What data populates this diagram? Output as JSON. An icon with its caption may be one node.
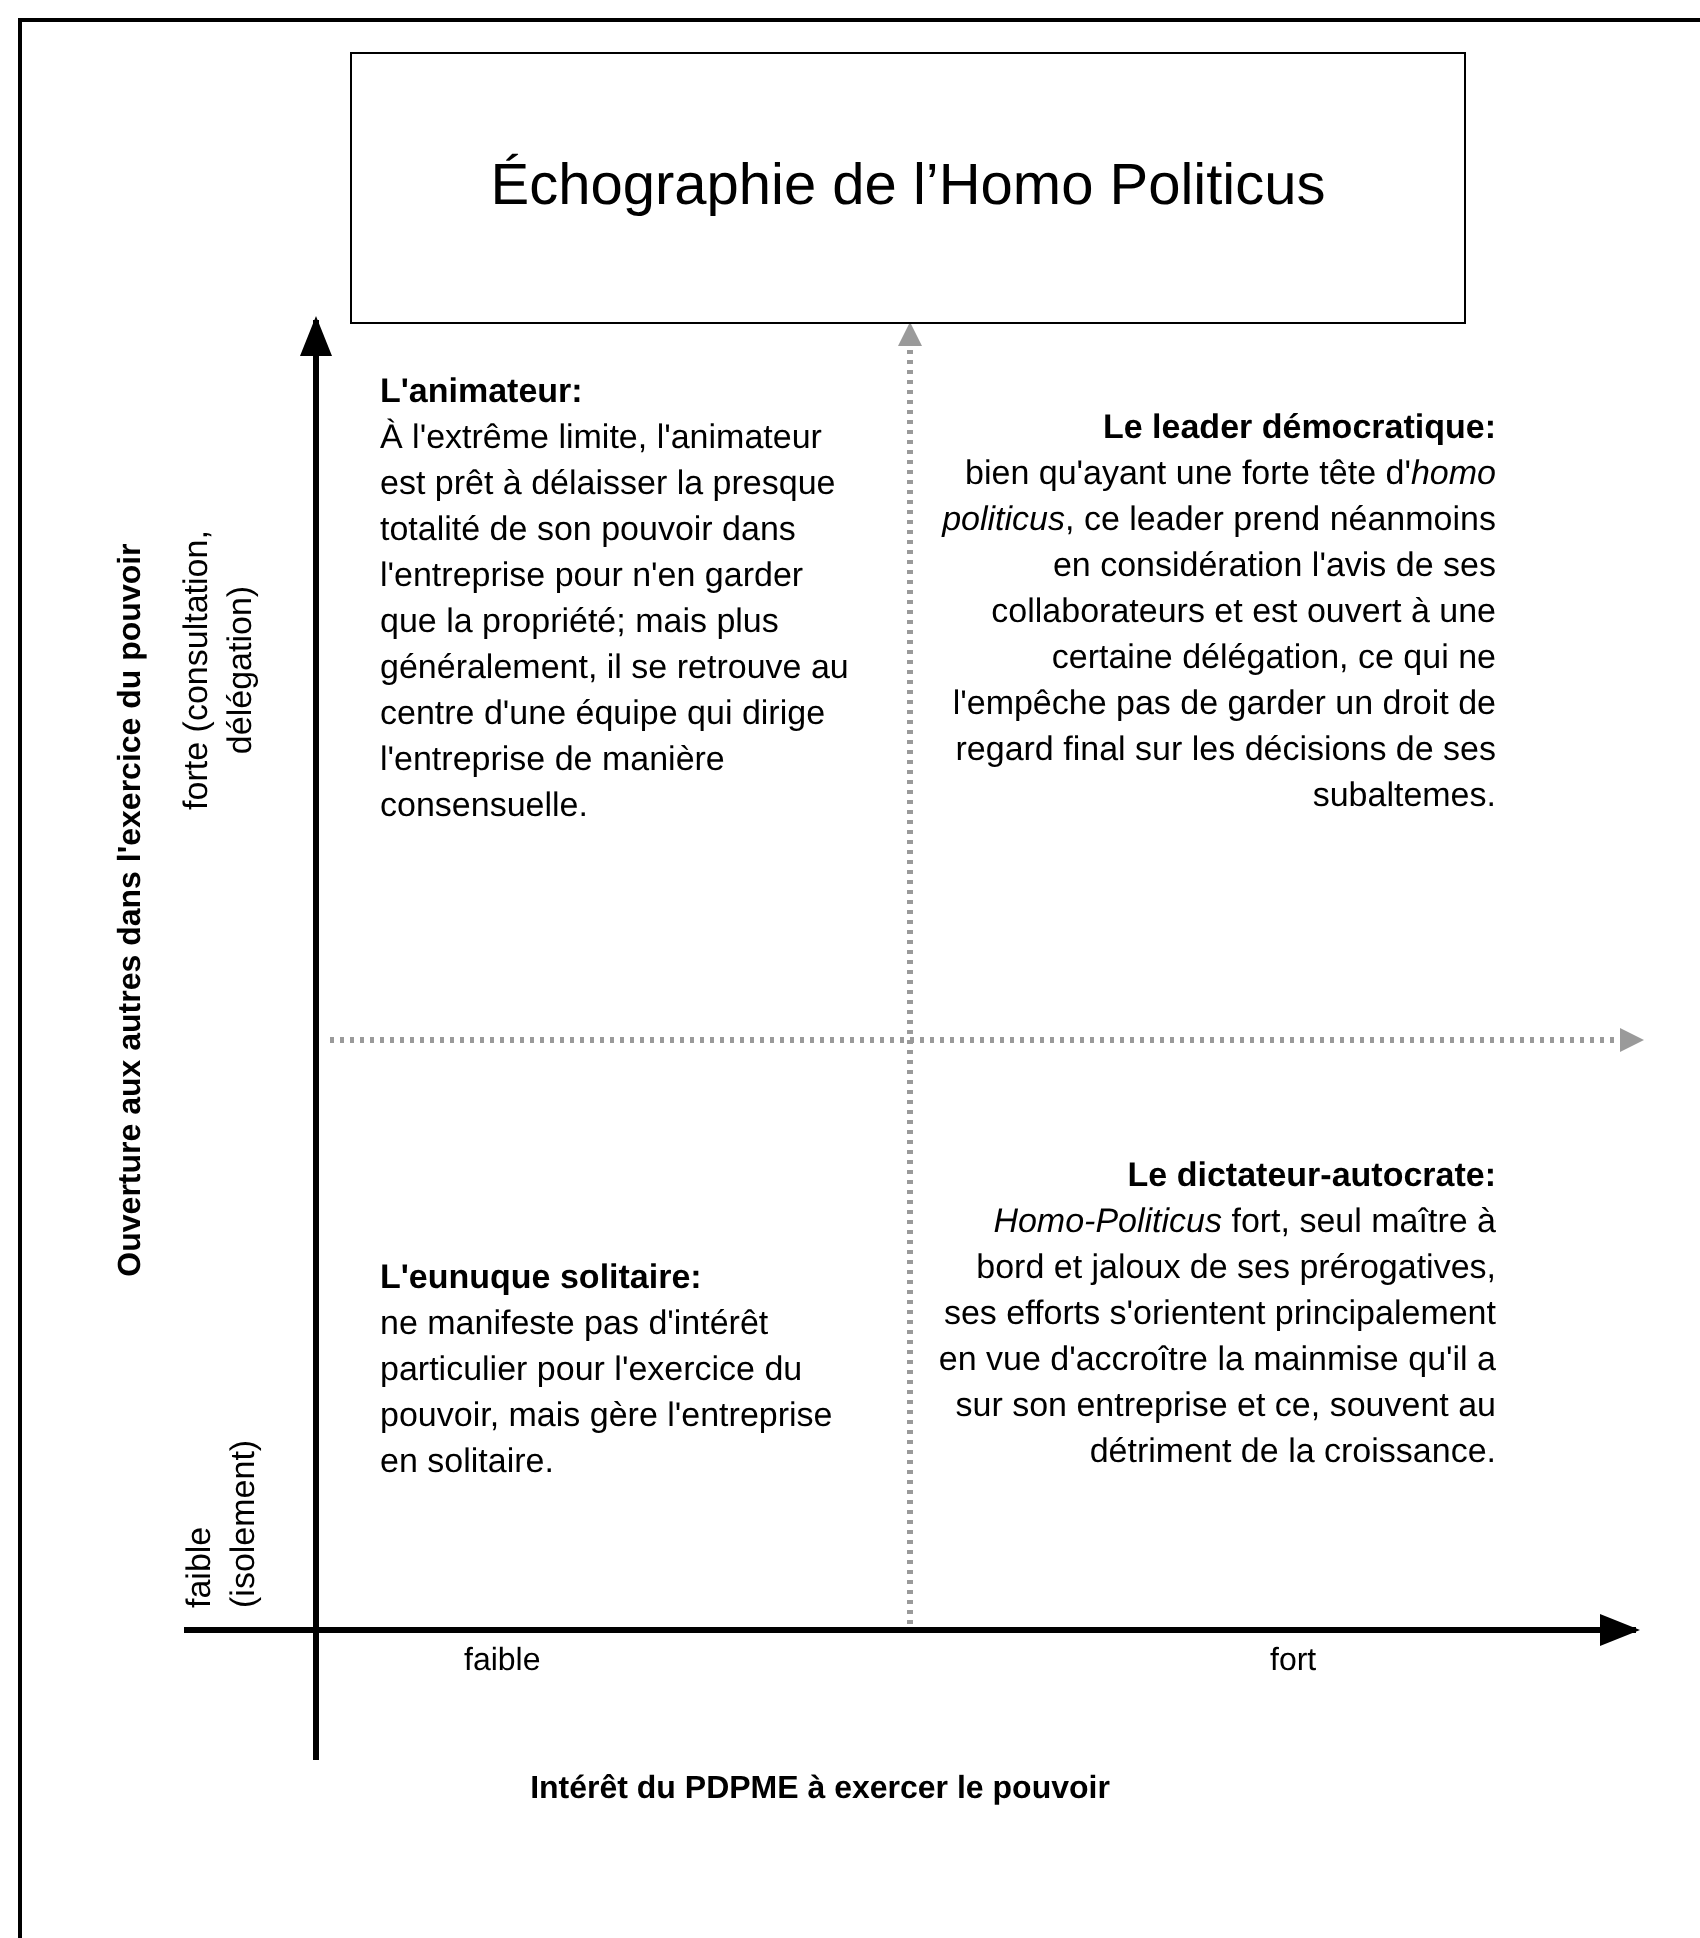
{
  "diagram": {
    "nodes": [
      {
        "text": [
          "Échographie de l’Homo Politicus"
        ]
      }
    ],
    "labels": [
      "forte (consultation, délégation)",
      "L'animateur:",
      "À l'extrême limite, l'animateur est prêt à délaisser la presque totalité de son pouvoir dans l'entreprise pour n'en garder que la propriété; mais plus généralement, il se retrouve au centre d'une équipe qui dirige l'entreprise de manière consensuelle.",
      "Le leader démocratique:",
      "bien qu'ayant une forte tête d'*homo politicus*, ce leader prend néanmoins en considération l'avis de ses collaborateurs et est ouvert à une certaine délégation, ce qui ne l'empêche pas de garder un droit de regard final sur les décisions de ses subaltemes.",
      "Ouverture aux autres dans l'exercice du pouvoir",
      "L'eunuque solitaire:",
      "ne manifeste pas d'intérêt particulier pour l'exercice du pouvoir, mais gère l'entreprise en solitaire.",
      "Le dictateur-autocrate:",
      "*Homo-Politicus* fort, seul maître à bord et jaloux de ses prérogatives, ses efforts s'orientent principalement en vue d'accroître la mainmise qu'il a sur son entreprise et ce, souvent au détriment de la croissance.",
      "faible (isolement)",
      "faible",
      "fort",
      "Intérêt du PDPME à exercer le pouvoir"
    ]
  }
}
